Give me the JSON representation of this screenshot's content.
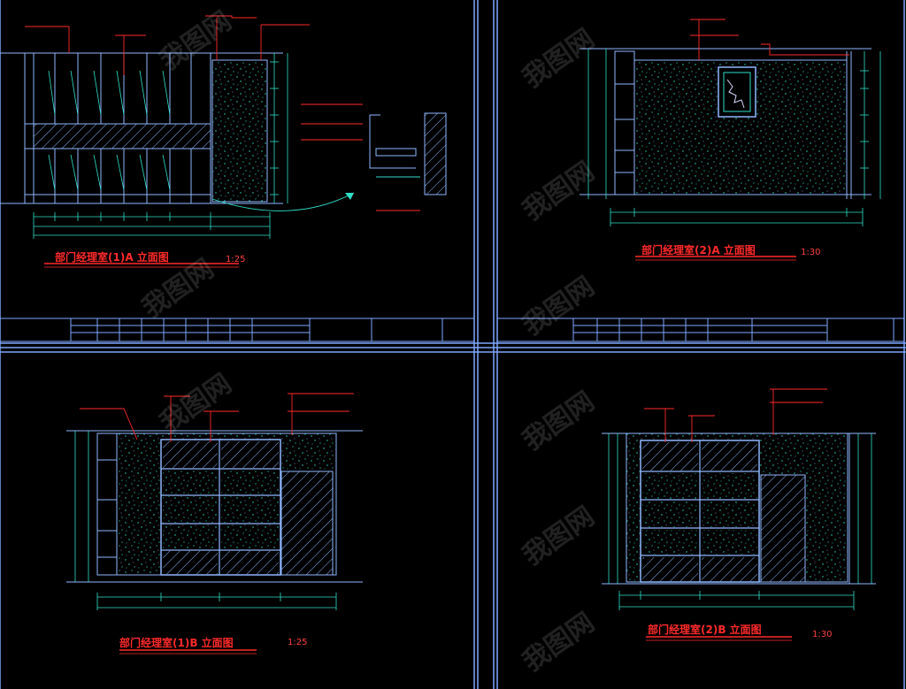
{
  "colors": {
    "background": "#000000",
    "frame": "#7fa8ff",
    "geometry": "#8fb8ff",
    "dimension": "#2fe0c8",
    "annotation": "#ff2a2a",
    "text_small": "#d8d800"
  },
  "panels": [
    {
      "id": "tl",
      "title": "部门经理室(1)A 立面图",
      "scale": "1:25"
    },
    {
      "id": "tr",
      "title": "部门经理室(2)A 立面图",
      "scale": "1:30"
    },
    {
      "id": "bl",
      "title": "部门经理室(1)B 立面图",
      "scale": "1:25"
    },
    {
      "id": "br",
      "title": "部门经理室(2)B 立面图",
      "scale": "1:30"
    }
  ],
  "watermark": "我图网"
}
